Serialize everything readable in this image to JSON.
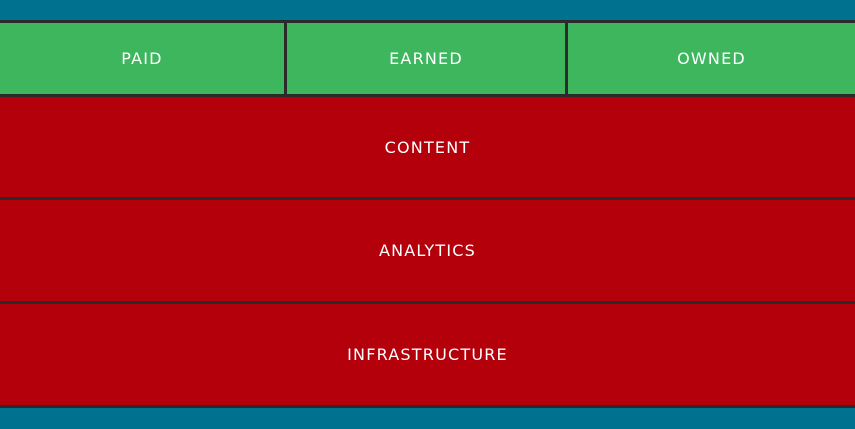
{
  "colors": {
    "frame": "#00728f",
    "top_tier": "#3db65d",
    "stack_tier": "#b4000b",
    "separator": "#2b2b2b",
    "text": "#ffffff"
  },
  "media_channels": [
    {
      "label": "PAID"
    },
    {
      "label": "EARNED"
    },
    {
      "label": "OWNED"
    }
  ],
  "layers": [
    {
      "label": "CONTENT"
    },
    {
      "label": "ANALYTICS"
    },
    {
      "label": "INFRASTRUCTURE"
    }
  ]
}
